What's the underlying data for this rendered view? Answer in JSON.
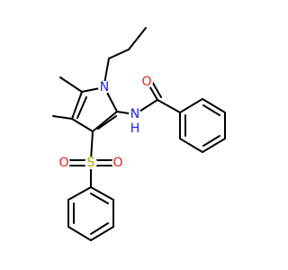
{
  "molecule": {
    "atoms": [
      {
        "id": "n_pyrrole",
        "symbol": "N",
        "color": "#1f1fe6"
      },
      {
        "id": "n_amide",
        "symbol": "N",
        "color": "#1f1fe6"
      },
      {
        "id": "h_amide",
        "symbol": "H",
        "color": "#1f1fe6"
      },
      {
        "id": "o_carbonyl",
        "symbol": "O",
        "color": "#e61f1f"
      },
      {
        "id": "s_sulfonyl",
        "symbol": "S",
        "color": "#b3a300"
      },
      {
        "id": "o_sulfonyl_left",
        "symbol": "O",
        "color": "#e61f1f"
      },
      {
        "id": "o_sulfonyl_right",
        "symbol": "O",
        "color": "#e61f1f"
      }
    ]
  }
}
